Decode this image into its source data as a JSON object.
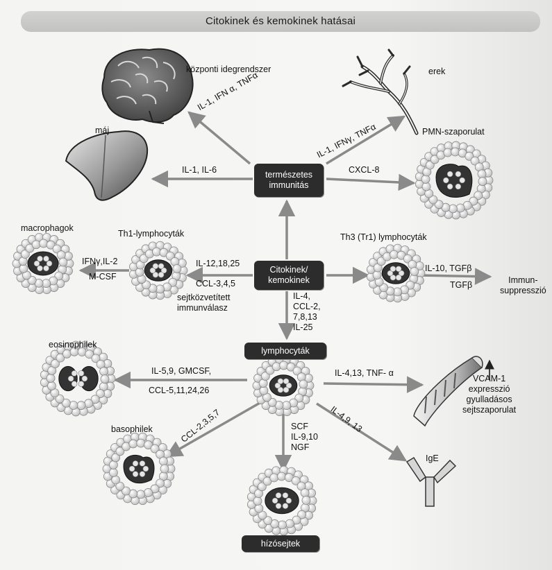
{
  "title": "Citokinek és kemokinek hatásai",
  "labels": {
    "cns": "központi idegrendszer",
    "vessels": "erek",
    "liver": "máj",
    "pmn": "PMN-szaporulat",
    "macrophages": "macrophagok",
    "th1": "Th1-lymphocyták",
    "th3": "Th3 (Tr1)  lymphocyták",
    "cell_mediated_1": "sejtközvetített",
    "cell_mediated_2": "immunválasz",
    "immuno_1": "Immun-",
    "immuno_2": "suppresszió",
    "eosinophils": "eosinophilek",
    "basophils": "basophilek",
    "ige": "IgE",
    "vcam_1": "VCAM-1",
    "vcam_2": "expresszió",
    "vcam_3": "gyulladásos",
    "vcam_4": "sejtszaporulat"
  },
  "edges": {
    "cns": "IL-1, IFN α, TNFα",
    "vessels": "IL-1, IFNγ, TNFα",
    "liver": "IL-1, IL-6",
    "pmn": "CXCL-8",
    "macro_1": "IFNγ,IL-2",
    "macro_2": "M-CSF",
    "th1_1": "IL-12,18,25",
    "th1_2": "CCL-3,4,5",
    "th3_1": "IL-10, TGFβ",
    "th3_2": "TGFβ",
    "lymph_1": "IL-4,",
    "lymph_2": "CCL-2,",
    "lymph_3": "7,8,13",
    "lymph_4": "IL-25",
    "eos_1": "IL-5,9, GMCSF,",
    "eos_2": "CCL-5,11,24,26",
    "vcam": "IL-4,13, TNF- α",
    "baso": "CCL-2,3,5,7",
    "ige": "IL-4,9, 13",
    "mast_1": "SCF",
    "mast_2": "IL-9,10",
    "mast_3": "NGF"
  },
  "nodes": {
    "innate_1": "természetes",
    "innate_2": "immunitás",
    "cyto_1": "Citokinek/",
    "cyto_2": "kemokinek",
    "lymphocytes": "lymphocyták",
    "mast": "hízósejtek"
  }
}
